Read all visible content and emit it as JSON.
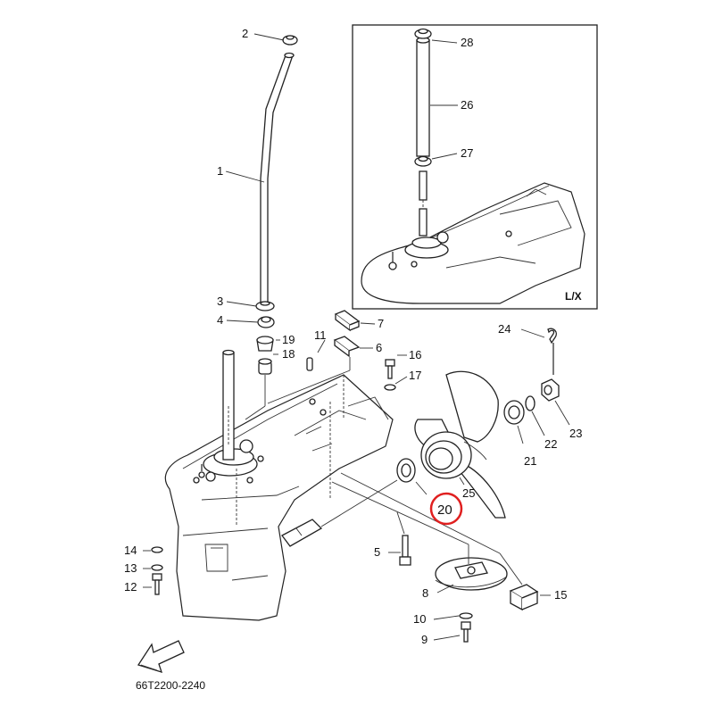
{
  "diagram_code": "66T2200-2240",
  "inset_label": "L/X",
  "highlight_color": "#e02020",
  "highlighted_part": "20",
  "callouts": {
    "p1": "1",
    "p2": "2",
    "p3": "3",
    "p4": "4",
    "p5": "5",
    "p6": "6",
    "p7": "7",
    "p8": "8",
    "p9": "9",
    "p10": "10",
    "p11": "11",
    "p12": "12",
    "p13": "13",
    "p14": "14",
    "p15": "15",
    "p16": "16",
    "p17": "17",
    "p18": "18",
    "p19": "19",
    "p20": "20",
    "p21": "21",
    "p22": "22",
    "p23": "23",
    "p24": "24",
    "p25": "25",
    "p26": "26",
    "p27": "27",
    "p28": "28"
  },
  "icons": {
    "front_arrow": "front-direction-arrow-icon"
  }
}
